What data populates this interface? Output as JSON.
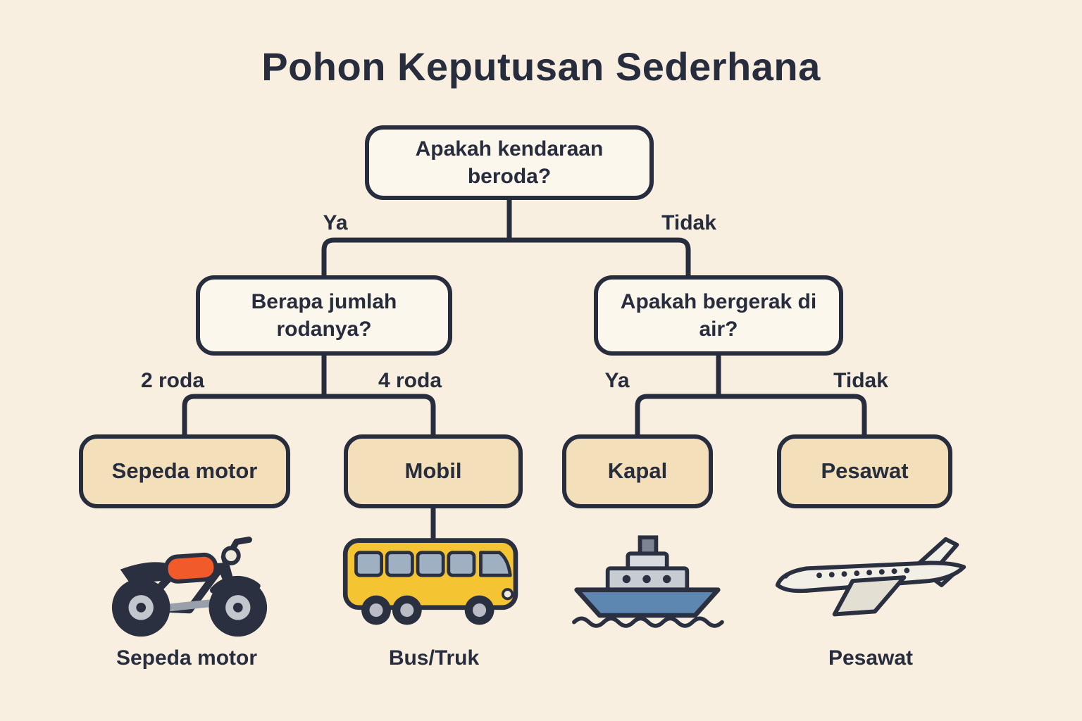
{
  "title": "Pohon Keputusan Sederhana",
  "colors": {
    "background": "#f8efe1",
    "node_fill": "#fbf7ec",
    "leaf_fill": "#f3dfba",
    "ink": "#272d3d"
  },
  "nodes": {
    "root": {
      "question": "Apakah kendaraan beroda?",
      "yes_label": "Ya",
      "no_label": "Tidak"
    },
    "wheels": {
      "question": "Berapa jumlah rodanya?",
      "left_label": "2 roda",
      "right_label": "4 roda"
    },
    "water": {
      "question": "Apakah bergerak di air?",
      "left_label": "Ya",
      "right_label": "Tidak"
    }
  },
  "leaves": {
    "motorcycle": {
      "label": "Sepeda motor",
      "icon": "motorcycle-icon"
    },
    "car": {
      "label": "Mobil",
      "icon": "bus-icon"
    },
    "ship": {
      "label": "Kapal",
      "icon": "ship-icon"
    },
    "plane": {
      "label": "Pesawat",
      "icon": "airplane-icon"
    }
  },
  "captions": {
    "motorcycle": "Sepeda motor",
    "bus": "Bus/Truk",
    "plane": "Pesawat"
  },
  "icon_colors": {
    "motorcycle_tank": "#f15b2a",
    "bus_body": "#f4c433",
    "ship_hull": "#5d87b0",
    "plane_body": "#f2efe6"
  }
}
